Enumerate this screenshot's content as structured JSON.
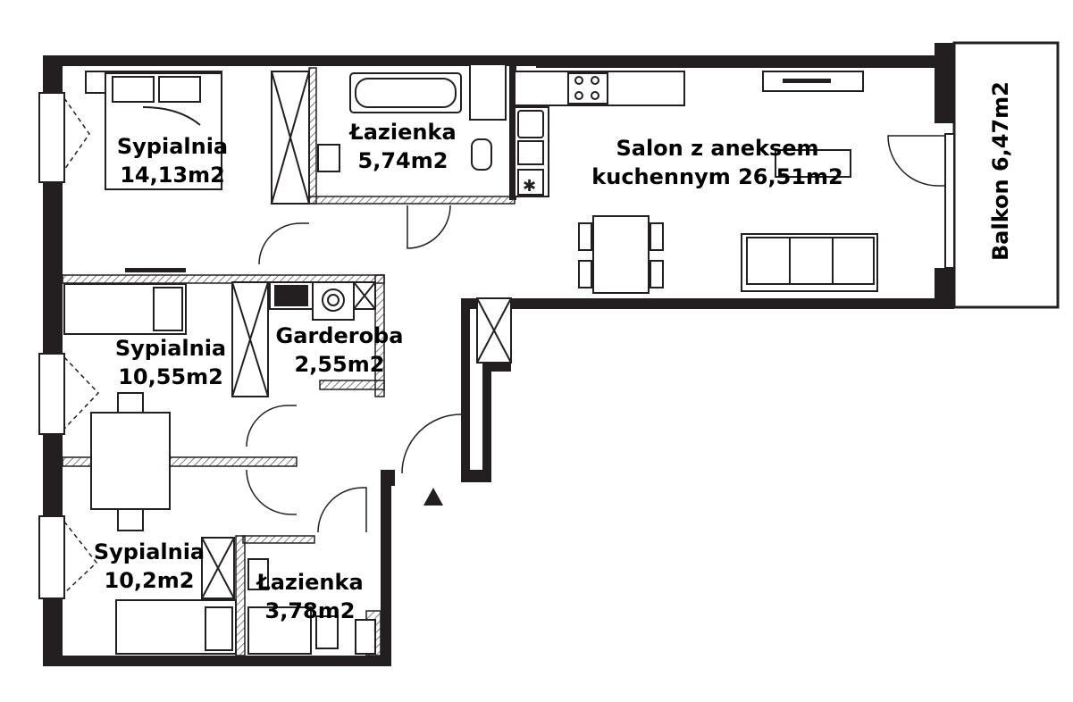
{
  "rooms": {
    "bedroom_1": {
      "name": "Sypialnia",
      "area": "14,13m2"
    },
    "bathroom_1": {
      "name": "Łazienka",
      "area": "5,74m2"
    },
    "living": {
      "name": "Salon z aneksem",
      "area": "kuchennym 26,51m2"
    },
    "balcony": {
      "label": "Balkon 6,47m2"
    },
    "bedroom_2": {
      "name": "Sypialnia",
      "area": "10,55m2"
    },
    "wardrobe": {
      "name": "Garderoba",
      "area": "2,55m2"
    },
    "bedroom_3": {
      "name": "Sypialnia",
      "area": "10,2m2"
    },
    "bathroom_2": {
      "name": "Łazienka",
      "area": "3,78m2"
    }
  },
  "colors": {
    "wall": "#231f20",
    "background": "#ffffff",
    "hatch": "#555555"
  }
}
